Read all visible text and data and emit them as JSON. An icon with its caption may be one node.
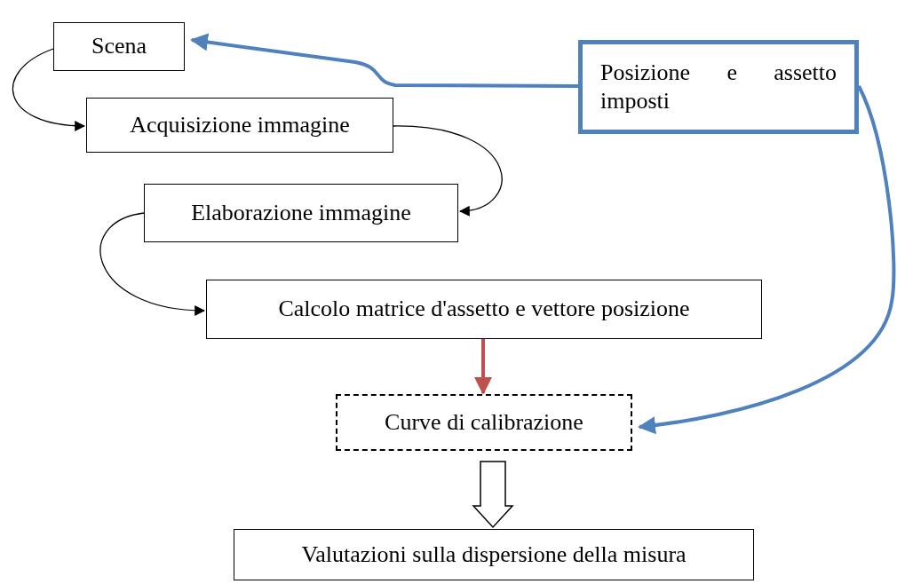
{
  "diagram": {
    "nodes": [
      {
        "text": [
          "Scena"
        ]
      },
      {
        "text": [
          "Acquisizione immagine"
        ]
      },
      {
        "text": [
          "Elaborazione immagine"
        ]
      },
      {
        "text": [
          "Calcolo matrice d'assetto e vettore posizione"
        ]
      },
      {
        "text": [
          "Curve di calibrazione"
        ]
      },
      {
        "text": [
          "Valutazioni sulla dispersione della misura"
        ]
      },
      {
        "text": [
          "Posizione e assetto imposti"
        ]
      }
    ],
    "edges": [
      {
        "from": 0,
        "to": 1,
        "arrow": "to"
      },
      {
        "from": 1,
        "to": 2,
        "arrow": "to"
      },
      {
        "from": 2,
        "to": 3,
        "arrow": "to"
      },
      {
        "from": 3,
        "to": 4,
        "arrow": "to",
        "style": "thick",
        "color": "#c0504d"
      },
      {
        "from": 4,
        "to": 5,
        "arrow": "to",
        "style": "thick"
      },
      {
        "from": 6,
        "to": 0,
        "arrow": "to",
        "style": "thick",
        "color": "#4f81bd"
      },
      {
        "from": 6,
        "to": 4,
        "arrow": "to",
        "style": "thick",
        "color": "#4f81bd"
      }
    ]
  }
}
